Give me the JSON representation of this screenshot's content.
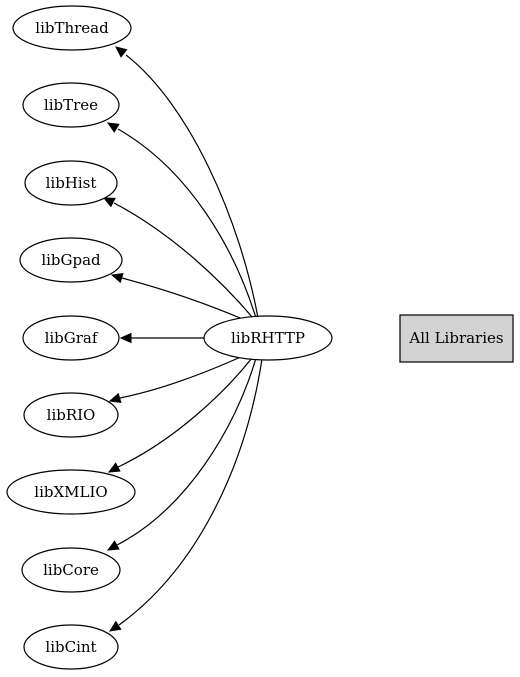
{
  "diagram": {
    "source": {
      "id": "libRHTTP",
      "label": "libRHTTP"
    },
    "targets": [
      {
        "id": "libThread",
        "label": "libThread"
      },
      {
        "id": "libTree",
        "label": "libTree"
      },
      {
        "id": "libHist",
        "label": "libHist"
      },
      {
        "id": "libGpad",
        "label": "libGpad"
      },
      {
        "id": "libGraf",
        "label": "libGraf"
      },
      {
        "id": "libRIO",
        "label": "libRIO"
      },
      {
        "id": "libXMLIO",
        "label": "libXMLIO"
      },
      {
        "id": "libCore",
        "label": "libCore"
      },
      {
        "id": "libCint",
        "label": "libCint"
      }
    ],
    "edges": [
      {
        "from": "libRHTTP",
        "to": "libThread"
      },
      {
        "from": "libRHTTP",
        "to": "libTree"
      },
      {
        "from": "libRHTTP",
        "to": "libHist"
      },
      {
        "from": "libRHTTP",
        "to": "libGpad"
      },
      {
        "from": "libRHTTP",
        "to": "libGraf"
      },
      {
        "from": "libRHTTP",
        "to": "libRIO"
      },
      {
        "from": "libRHTTP",
        "to": "libXMLIO"
      },
      {
        "from": "libRHTTP",
        "to": "libCore"
      },
      {
        "from": "libRHTTP",
        "to": "libCint"
      }
    ],
    "legend_box": {
      "label": "All Libraries",
      "fill": "#d3d3d3"
    }
  }
}
